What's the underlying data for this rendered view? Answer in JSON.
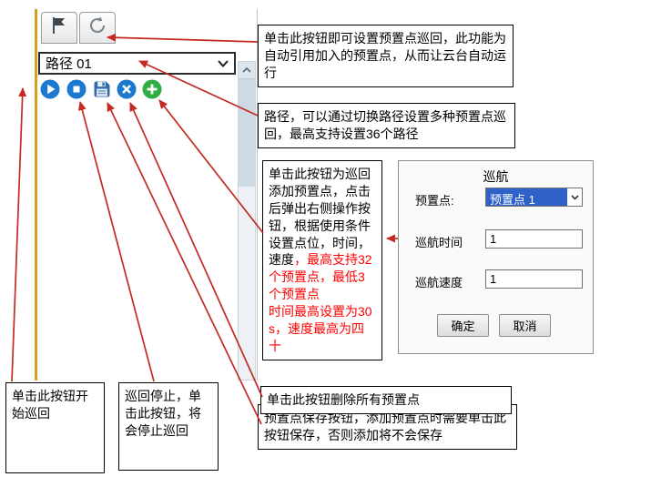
{
  "panel": {
    "path_select_value": "路径 01",
    "tabs": [
      {
        "name": "preset-tab",
        "icon": "flag-icon"
      },
      {
        "name": "patrol-tab",
        "icon": "patrol-icon"
      }
    ],
    "buttons": [
      "play",
      "stop",
      "save",
      "delete",
      "add"
    ]
  },
  "callouts": {
    "patrol_tab": "单击此按钮即可设置预置点巡回，此功能为自动引用加入的预置点，从而让云台自动运行",
    "path_select": "路径，可以通过切换路径设置多种预置点巡回，最高支持设置36个路径",
    "add_preset_black": "单击此按钮为巡回添加预置点，点击后弹出右侧操作按钮，根据使用条件设置点位，时间，速度",
    "add_preset_red": "，最高支持32个预置点，最低3个预置点\n时间最高设置为30s，速度最高为四十",
    "start_patrol": "单击此按钮开始巡回",
    "stop_patrol": "巡回停止，单击此按钮，将会停止巡回",
    "delete_presets": "单击此按钮删除所有预置点",
    "save_preset": "预置点保存按钮，添加预置点时需要单击此按钮保存，否则添加将不会保存"
  },
  "dialog": {
    "title": "巡航",
    "preset_label": "预置点:",
    "preset_value": "预置点 1",
    "time_label": "巡航时间",
    "time_value": "1",
    "speed_label": "巡航速度",
    "speed_value": "1",
    "ok": "确定",
    "cancel": "取消"
  },
  "colors": {
    "accent_blue": "#1b79d0",
    "accent_green": "#2fae44",
    "selection_blue": "#2f62c8",
    "arrow_red": "#c42a22",
    "warning_text_red": "#ff0000",
    "yellow_bar": "#d7a021"
  }
}
